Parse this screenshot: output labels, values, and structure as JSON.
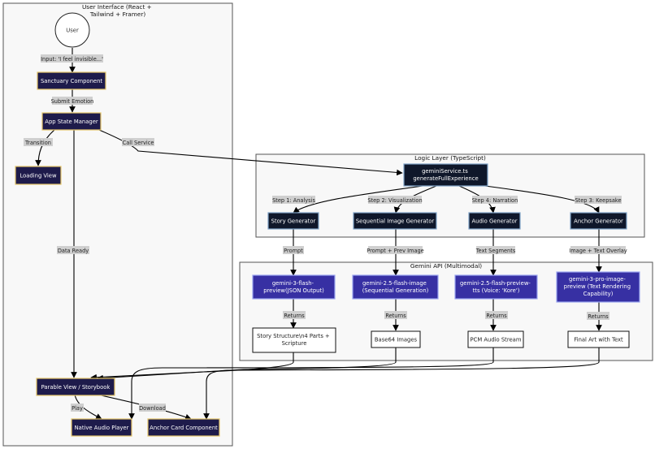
{
  "colors": {
    "navy": "#1e1b4b",
    "navy_border": "#e6c76a",
    "dark": "#0f172a",
    "dark_border": "#7fa3c8",
    "api": "#3730a3",
    "api_border": "#9aa4f0",
    "result_border": "#111111",
    "cluster_fill": "#f8f8f8",
    "edge_label_bg": "#cfcfcf"
  },
  "clusters": {
    "ui": "User Interface (React + Tailwind + Framer)",
    "logic": "Logic Layer (TypeScript)",
    "api": "Gemini API (Multimodal)"
  },
  "nodes": {
    "user": "User",
    "sanctuary": "Sanctuary Component",
    "app_state": "App State Manager",
    "loading": "Loading View",
    "parable": "Parable View / Storybook",
    "audio_player": "Native Audio Player",
    "anchor_card": "Anchor Card Component",
    "service": "geminiService.ts generateFullExperience",
    "story_gen": "Story Generator",
    "image_gen": "Sequential Image Generator",
    "audio_gen": "Audio Generator",
    "anchor_gen": "Anchor Generator",
    "m_flash": "gemini-3-flash-preview(JSON Output)",
    "m_image": "gemini-2.5-flash-image (Sequential Generation)",
    "m_tts": "gemini-2.5-flash-preview-tts (Voice: 'Kore')",
    "m_pro": "gemini-3-pro-image-preview (Text Rendering Capability)",
    "r_story": "Story Structure\\n4 Parts + Scripture",
    "r_images": "Base64 Images",
    "r_audio": "PCM Audio Stream",
    "r_art": "Final Art with Text"
  },
  "edge_labels": {
    "input": "Input: 'I feel invisible...'",
    "submit": "Submit Emotion",
    "transition": "Transition",
    "call_service": "Call Service",
    "data_ready": "Data Ready",
    "play": "Play",
    "download": "Download",
    "step1": "Step 1: Analysis",
    "step2": "Step 2: Visualization",
    "step4": "Step 4: Narration",
    "step3": "Step 3: Keepsake",
    "prompt": "Prompt",
    "prompt_prev": "Prompt + Prev Image",
    "segments": "Text Segments",
    "image_overlay": "Image + Text Overlay",
    "returns_1": "Returns",
    "returns_2": "Returns",
    "returns_3": "Returns",
    "returns_4": "Returns"
  }
}
